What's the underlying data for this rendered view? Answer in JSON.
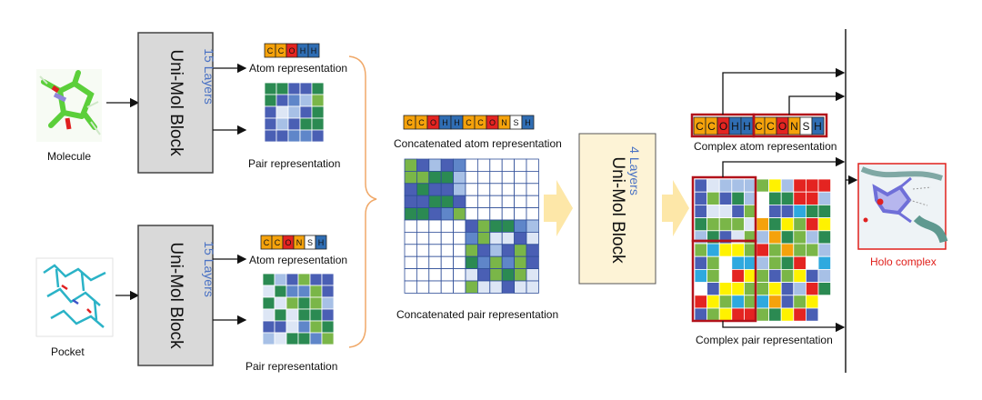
{
  "colors": {
    "orange": "#f5a20b",
    "red": "#e42421",
    "blue": "#2f6db3",
    "navy": "#4a5fb4",
    "green": "#7ab648",
    "darkgreen": "#2b8a52",
    "lightblue": "#a7c0e6",
    "pale": "#dde6f5",
    "yellow": "#fff200",
    "cyan": "#2ea9df",
    "accent_red": "#e0201c",
    "layer_blue": "#4a72c4"
  },
  "inputs": {
    "molecule_label": "Molecule",
    "pocket_label": "Pocket"
  },
  "encoder_top": {
    "block_label": "Uni-Mol Block",
    "layers_label": "15 Layers",
    "atom_tokens": [
      "C",
      "C",
      "O",
      "H",
      "H"
    ],
    "atom_label": "Atom representation",
    "pair_label": "Pair representation"
  },
  "encoder_bottom": {
    "block_label": "Uni-Mol Block",
    "layers_label": "15 Layers",
    "atom_tokens": [
      "C",
      "C",
      "O",
      "N",
      "S",
      "H"
    ],
    "atom_label": "Atom representation",
    "pair_label": "Pair representation"
  },
  "concat": {
    "atom_tokens": [
      "C",
      "C",
      "O",
      "H",
      "H",
      "C",
      "C",
      "O",
      "N",
      "S",
      "H"
    ],
    "atom_label": "Concatenated atom representation",
    "pair_label": "Concatenated pair representation"
  },
  "decoder": {
    "block_label": "Uni-Mol Block",
    "layers_label": "4 Layers"
  },
  "complex": {
    "atom_tokens": [
      "C",
      "C",
      "O",
      "H",
      "H",
      "C",
      "C",
      "O",
      "N",
      "S",
      "H"
    ],
    "atom_label": "Complex atom representation",
    "pair_label": "Complex pair representation"
  },
  "output": {
    "label": "Holo complex"
  }
}
